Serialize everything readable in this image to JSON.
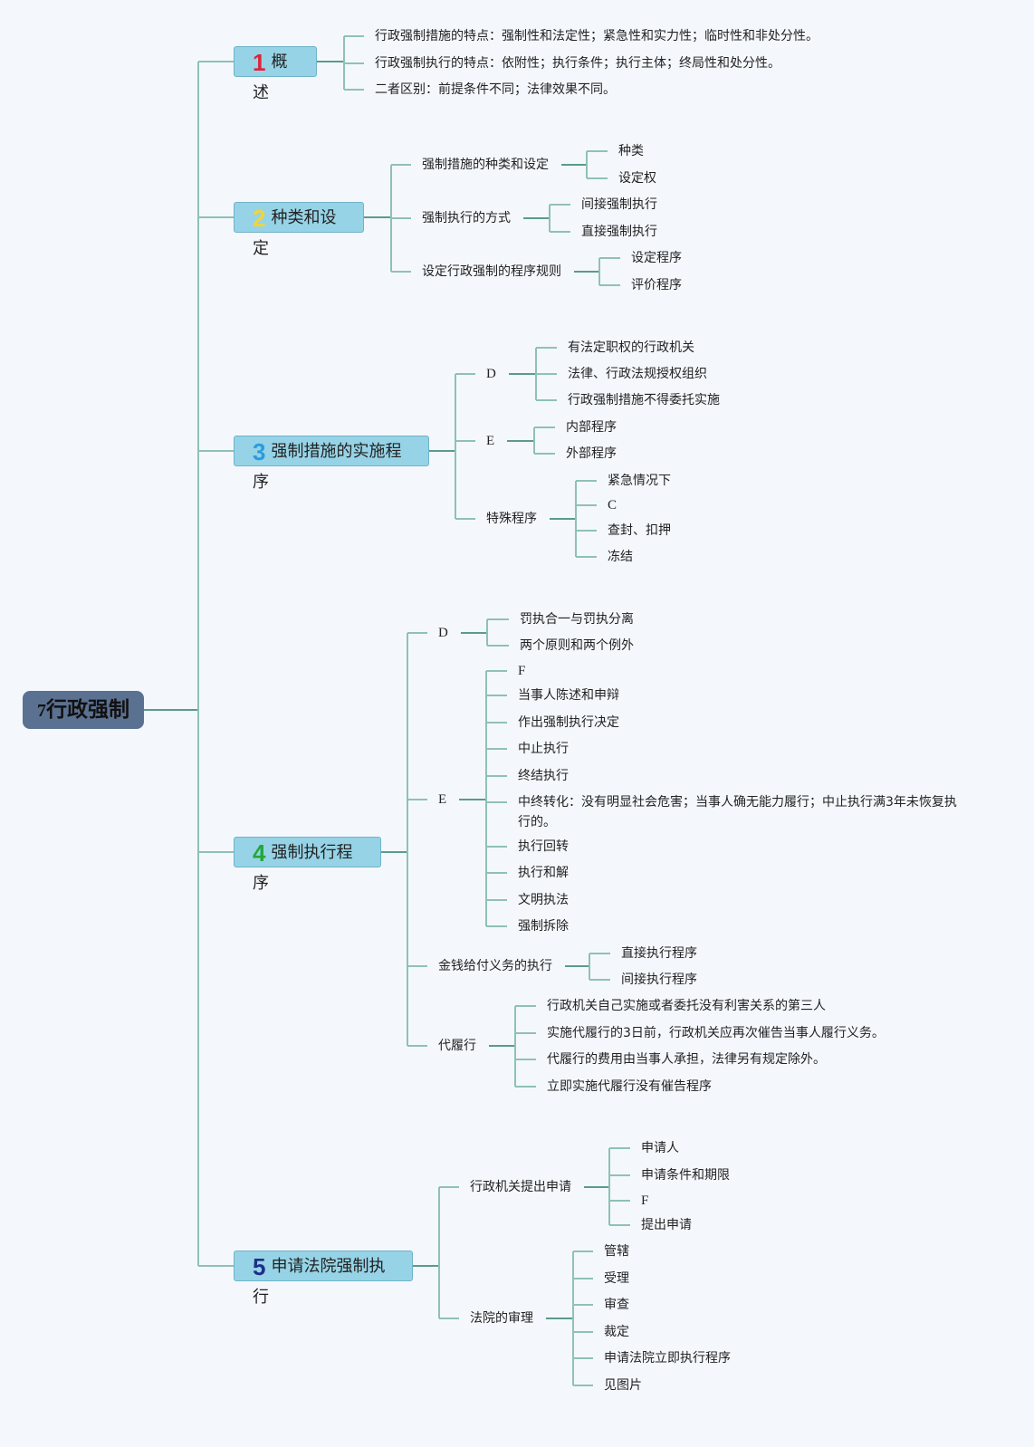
{
  "root": {
    "number": "7",
    "title": "行政强制"
  },
  "colors": {
    "line": "#8fc1b5",
    "line_dark": "#5a9b8c",
    "root_bg": "#5b7191",
    "main_bg": "#96d3e6",
    "num1": "#e0223a",
    "num2": "#f2d43a",
    "num3": "#2a9be0",
    "num4": "#22a83a",
    "num5": "#1d2f8a"
  },
  "branches": [
    {
      "number": "1",
      "title": "概述",
      "children": [
        "行政强制措施的特点：强制性和法定性；紧急性和实力性；临时性和非处分性。",
        "行政强制执行的特点：依附性；执行条件；执行主体；终局性和处分性。",
        "二者区别：前提条件不同；法律效果不同。"
      ]
    },
    {
      "number": "2",
      "title": "种类和设定",
      "children": [
        {
          "label": "强制措施的种类和设定",
          "children": [
            "种类",
            "设定权"
          ]
        },
        {
          "label": "强制执行的方式",
          "children": [
            "间接强制执行",
            "直接强制执行"
          ]
        },
        {
          "label": "设定行政强制的程序规则",
          "children": [
            "设定程序",
            "评价程序"
          ]
        }
      ]
    },
    {
      "number": "3",
      "title": "强制措施的实施程序",
      "children": [
        {
          "label": "D",
          "children": [
            "有法定职权的行政机关",
            "法律、行政法规授权组织",
            "行政强制措施不得委托实施"
          ]
        },
        {
          "label": "E",
          "children": [
            "内部程序",
            "外部程序"
          ]
        },
        {
          "label": "特殊程序",
          "children": [
            "紧急情况下",
            "C",
            "查封、扣押",
            "冻结"
          ]
        }
      ]
    },
    {
      "number": "4",
      "title": "强制执行程序",
      "children": [
        {
          "label": "D",
          "children": [
            "罚执合一与罚执分离",
            "两个原则和两个例外"
          ]
        },
        {
          "label": "E",
          "children": [
            "F",
            "当事人陈述和申辩",
            "作出强制执行决定",
            "中止执行",
            "终结执行",
            "中终转化：没有明显社会危害；当事人确无能力履行；中止执行满3年未恢复执行的。",
            "执行回转",
            "执行和解",
            "文明执法",
            "强制拆除"
          ]
        },
        {
          "label": "金钱给付义务的执行",
          "children": [
            "直接执行程序",
            "间接执行程序"
          ]
        },
        {
          "label": "代履行",
          "children": [
            "行政机关自己实施或者委托没有利害关系的第三人",
            "实施代履行的3日前，行政机关应再次催告当事人履行义务。",
            "代履行的费用由当事人承担，法律另有规定除外。",
            "立即实施代履行没有催告程序"
          ]
        }
      ]
    },
    {
      "number": "5",
      "title": "申请法院强制执行",
      "children": [
        {
          "label": "行政机关提出申请",
          "children": [
            "申请人",
            "申请条件和期限",
            "F",
            "提出申请"
          ]
        },
        {
          "label": "法院的审理",
          "children": [
            "管辖",
            "受理",
            "审查",
            "裁定",
            "申请法院立即执行程序",
            "见图片"
          ]
        }
      ]
    }
  ]
}
